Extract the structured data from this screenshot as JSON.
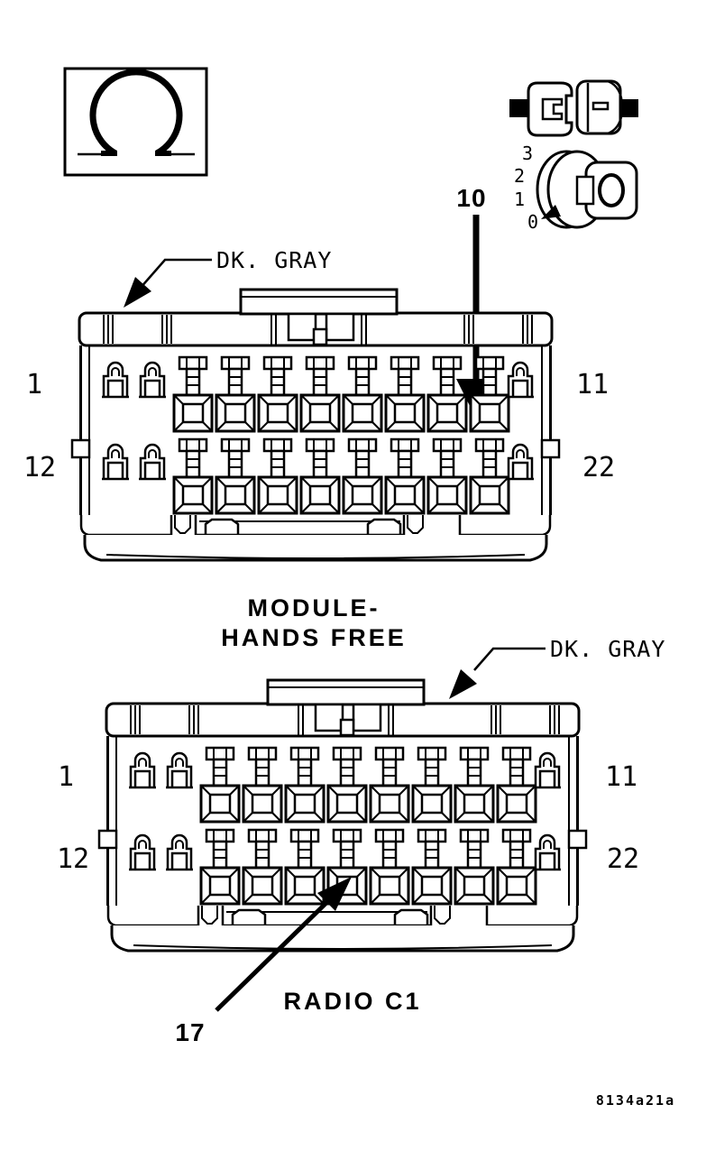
{
  "figure": {
    "code": "8134a21a"
  },
  "header_icons": {
    "ohm_box": "ohm-resistance-symbol",
    "inline_connector": "inline-connector-icon",
    "rotary_switch": {
      "name": "rotary-switch-icon",
      "positions": [
        "3",
        "2",
        "1",
        "0"
      ]
    }
  },
  "connector_hands_free": {
    "title_line1": "MODULE-",
    "title_line2": "HANDS FREE",
    "color_callout": "DK. GRAY",
    "pin_callout": "10",
    "pins": {
      "row1_left": "1",
      "row1_right": "11",
      "row2_left": "12",
      "row2_right": "22"
    }
  },
  "connector_radio": {
    "title": "RADIO C1",
    "color_callout": "DK. GRAY",
    "pin_callout": "17",
    "pins": {
      "row1_left": "1",
      "row1_right": "11",
      "row2_left": "12",
      "row2_right": "22"
    }
  }
}
